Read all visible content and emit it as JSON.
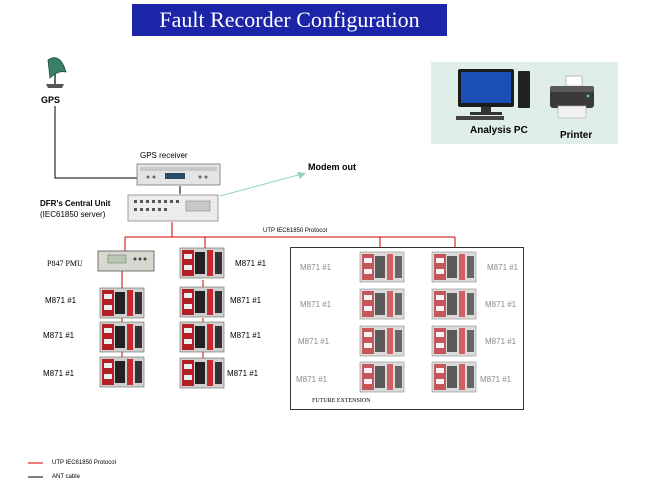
{
  "title": "Fault Recorder Configuration",
  "gps": {
    "label": "GPS"
  },
  "gps_receiver": {
    "label": "GPS receiver"
  },
  "central_unit": {
    "line1": "DFR's Central Unit",
    "line2": "(IEC61850  server)"
  },
  "modem": {
    "label": "Modem out"
  },
  "protocol_label": "UTP IEC61850  Protocol",
  "pmu": {
    "label": "P847 PMU"
  },
  "relay_label": "M871 #1",
  "future": {
    "label": "FUTURE EXTENSION"
  },
  "analysis_pc": {
    "label": "Analysis PC"
  },
  "printer": {
    "label": "Printer"
  },
  "legend": [
    {
      "label": "UTP IEC61850  Protocol",
      "color": "#cc0000"
    },
    {
      "label": "ANT cable",
      "color": "#000000"
    }
  ],
  "colors": {
    "title_bg": "#1c24a8",
    "protocol_line": "#cc0000",
    "modem_arrow": "#8fd3c0",
    "panel_bg": "#dfeee6"
  }
}
